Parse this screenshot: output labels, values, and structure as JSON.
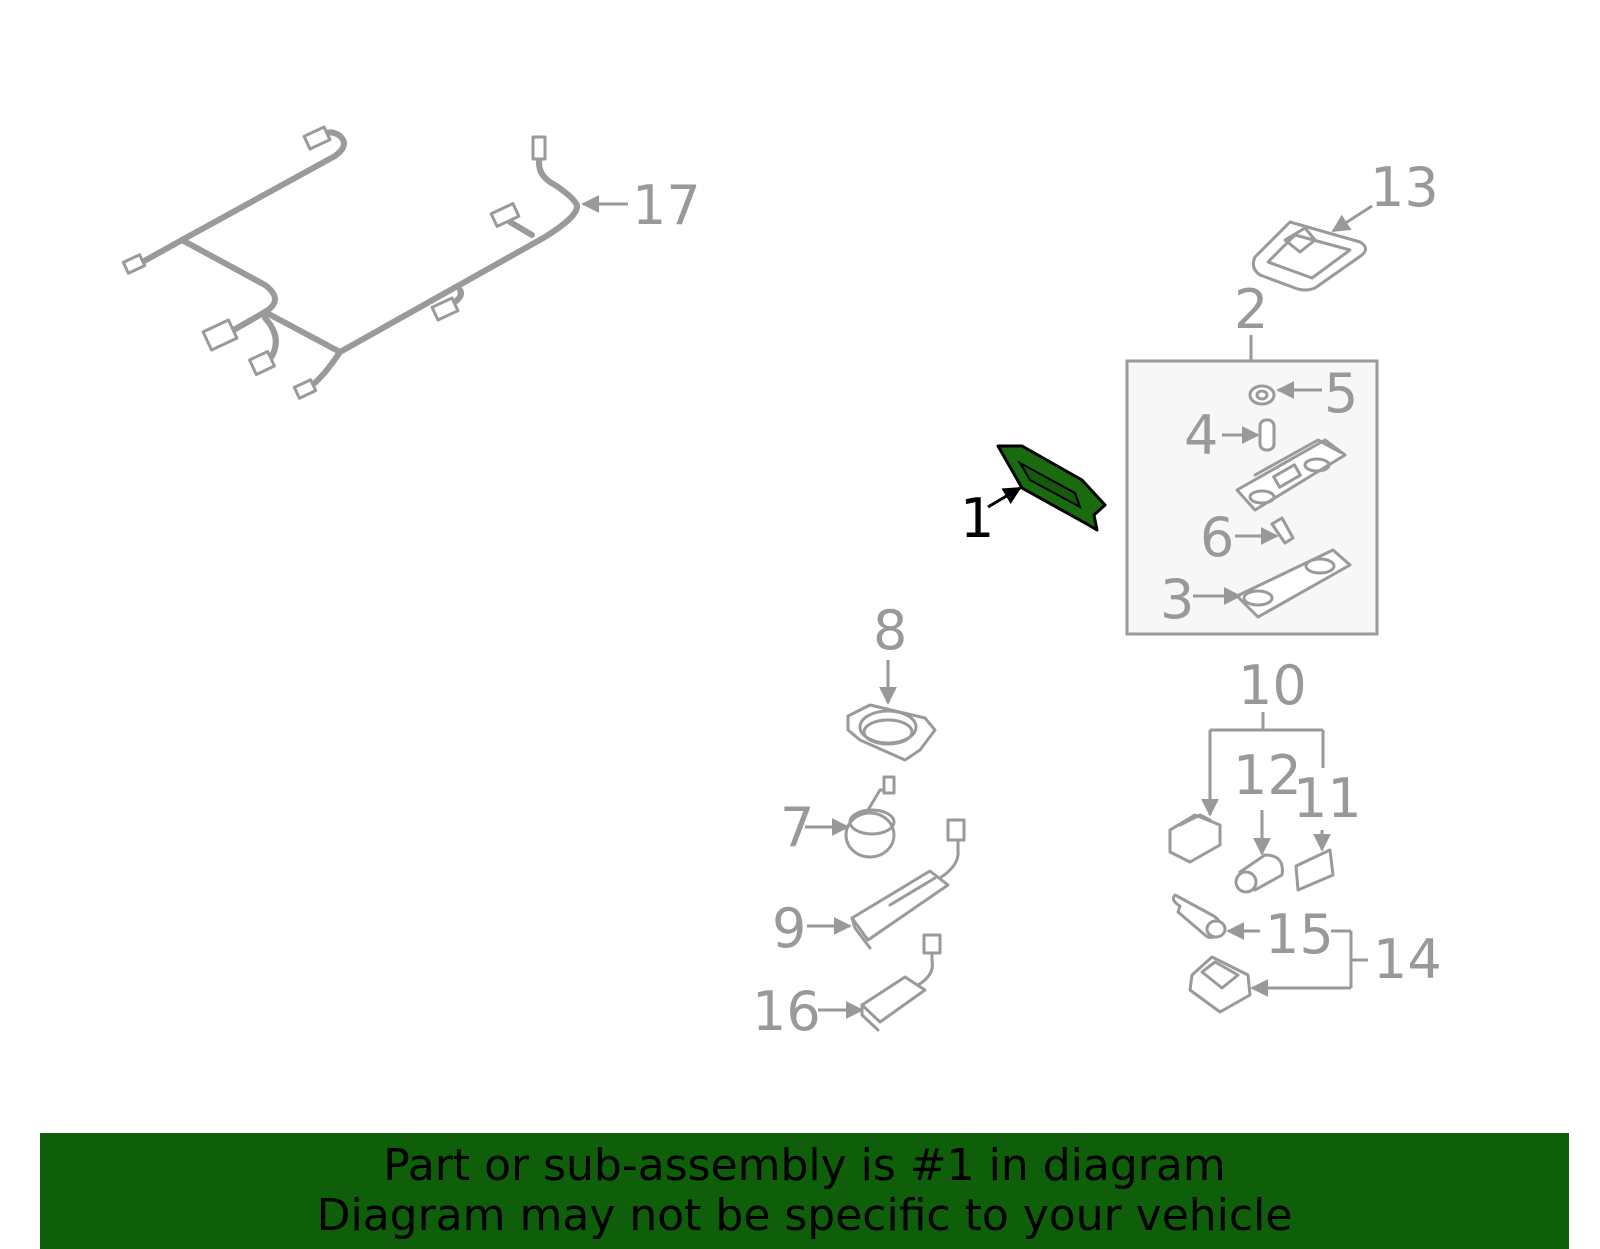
{
  "callouts": {
    "c1": "1",
    "c2": "2",
    "c3": "3",
    "c4": "4",
    "c5": "5",
    "c6": "6",
    "c7": "7",
    "c8": "8",
    "c9": "9",
    "c10": "10",
    "c11": "11",
    "c12": "12",
    "c13": "13",
    "c14": "14",
    "c15": "15",
    "c16": "16",
    "c17": "17"
  },
  "banner": {
    "line1": "Part or sub-assembly is #1 in diagram",
    "line2": "Diagram may not be specific to your vehicle"
  },
  "colors": {
    "banner_bg": "#0f5e0a",
    "highlight_part": "#1a6b0f",
    "line_gray": "#9a9a9a",
    "text_gray": "#999999",
    "box_bg": "#f7f7f7"
  },
  "icons": {
    "part_1": "switch-panel-icon",
    "part_17": "wiring-harness-icon"
  }
}
